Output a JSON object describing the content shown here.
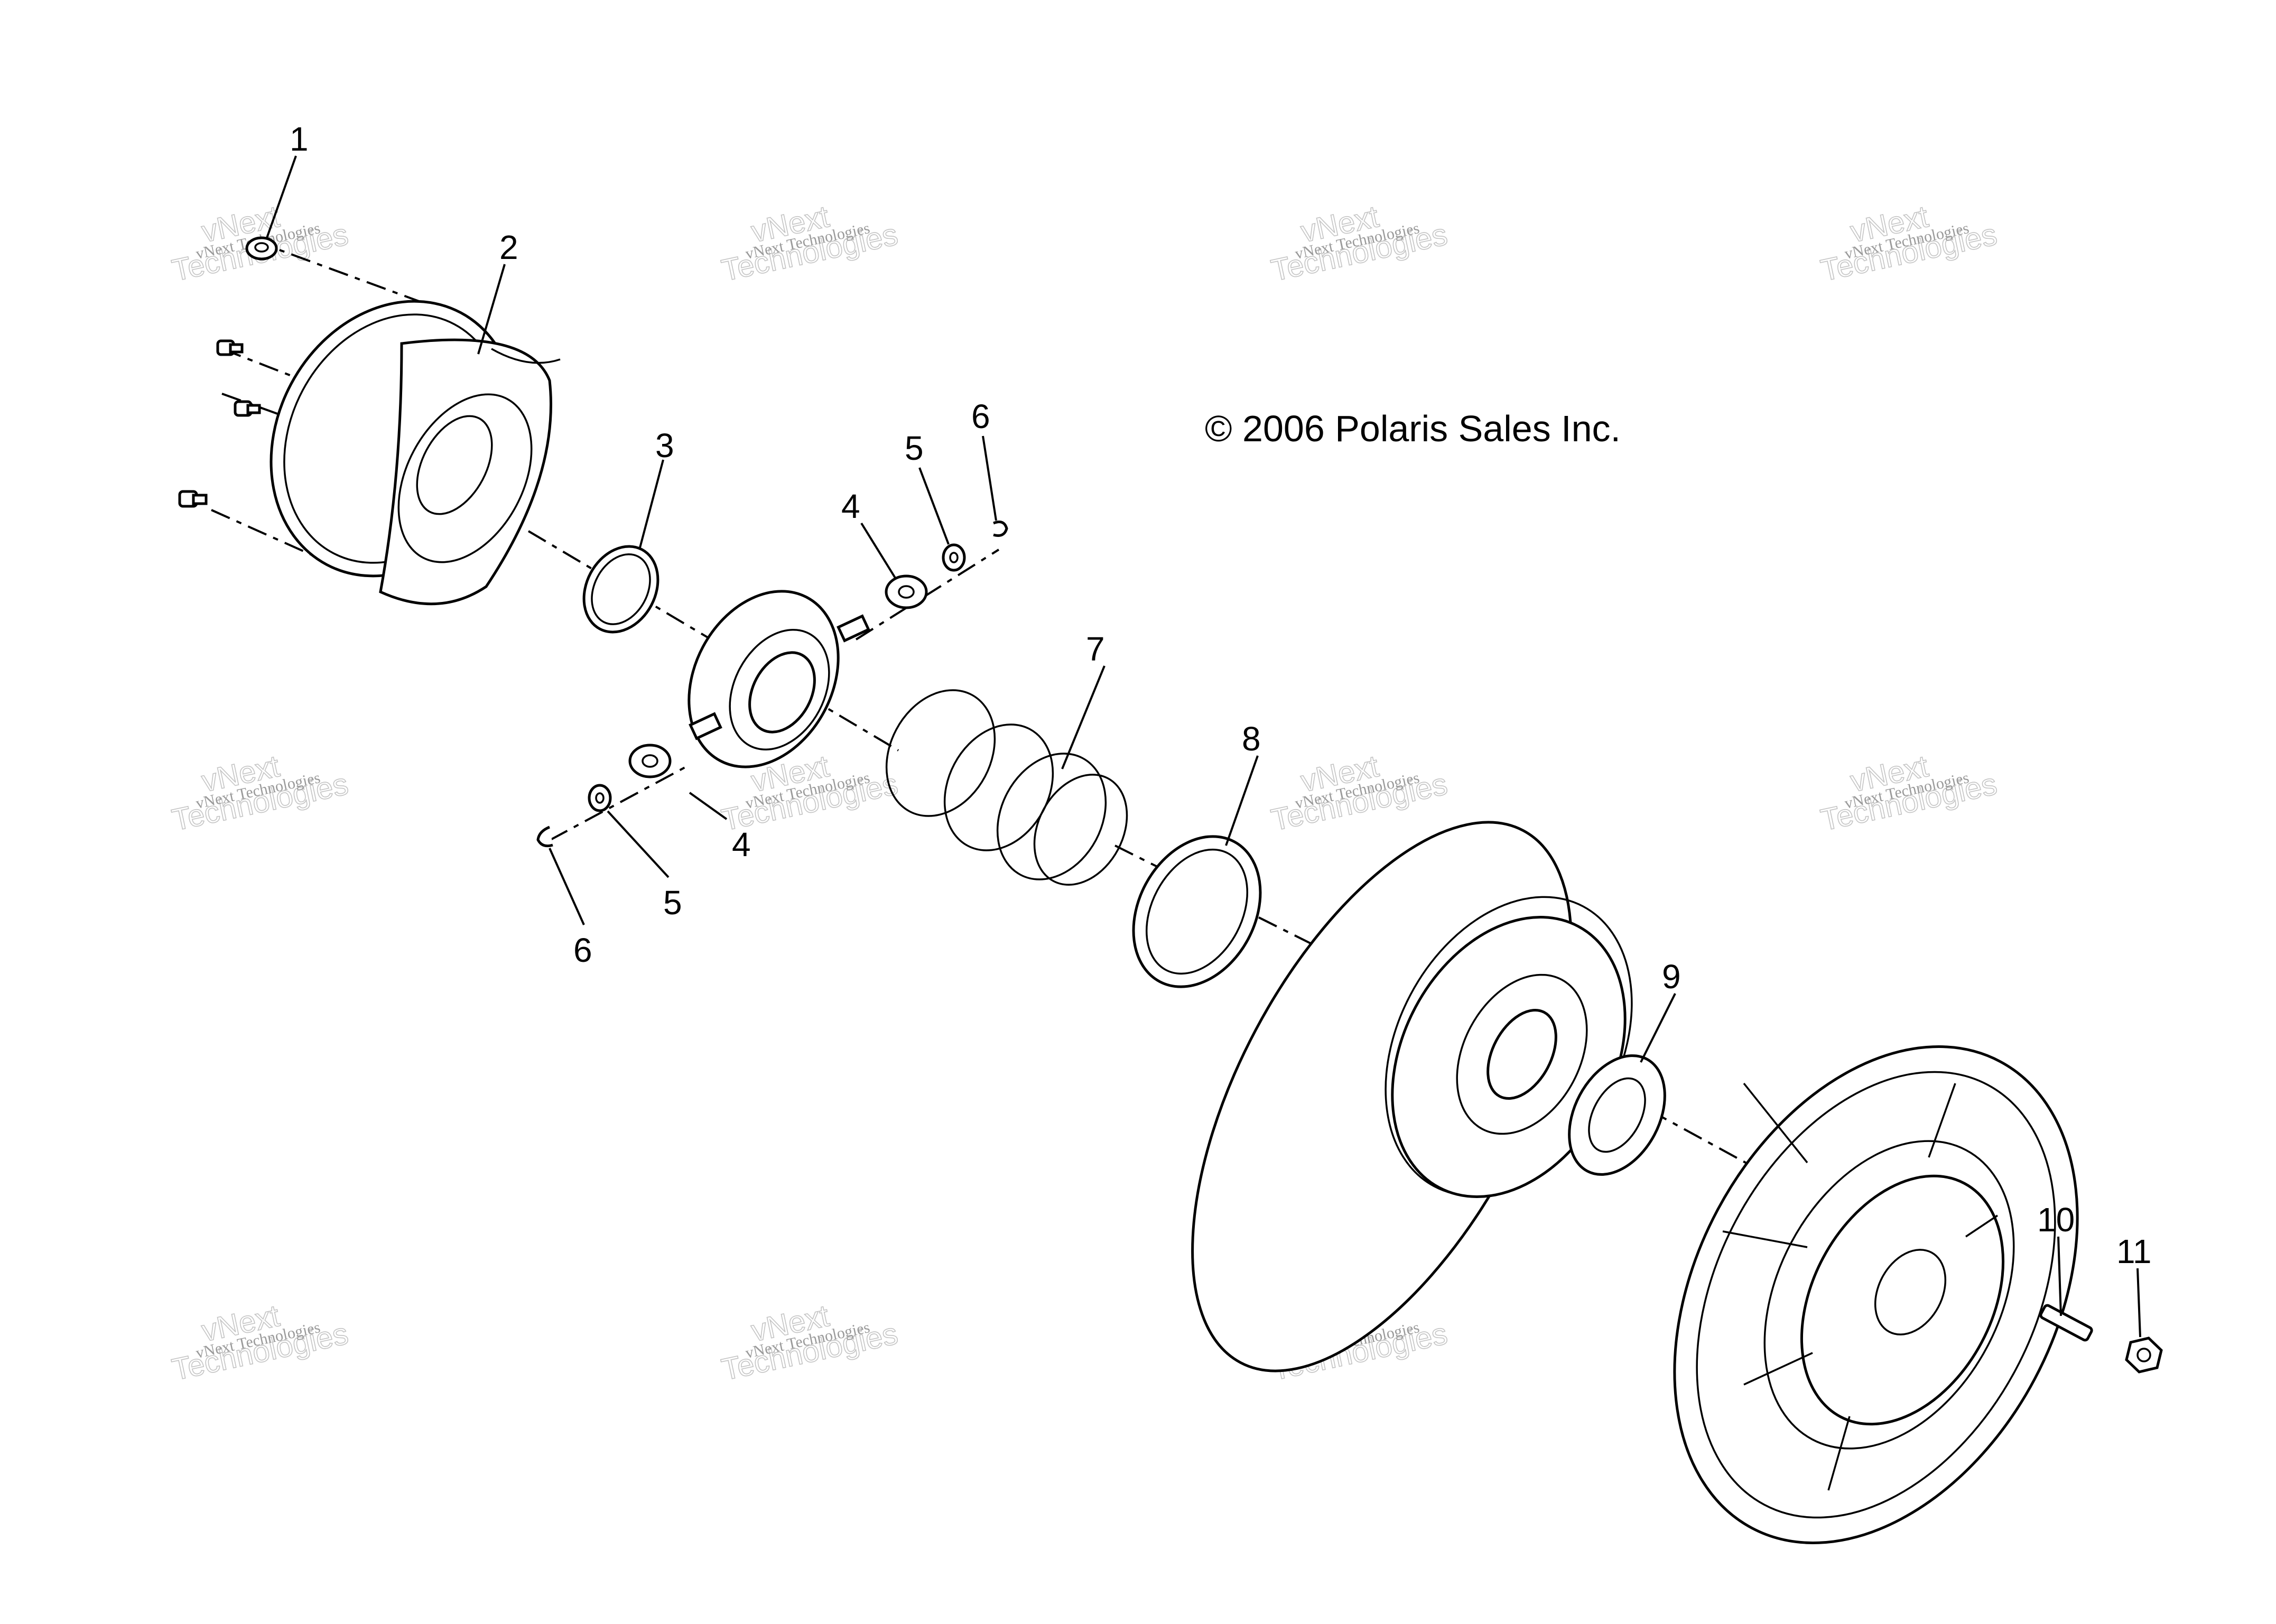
{
  "copyright": "© 2006 Polaris Sales Inc.",
  "watermark": {
    "line1": "vNext Technologies",
    "line2a": "vNext",
    "line2b": "Technologies"
  },
  "callouts": {
    "c1": "1",
    "c2": "2",
    "c3": "3",
    "c4a": "4",
    "c4b": "4",
    "c5a": "5",
    "c5b": "5",
    "c6a": "6",
    "c6b": "6",
    "c7": "7",
    "c8": "8",
    "c9": "9",
    "c10": "10",
    "c11": "11"
  }
}
